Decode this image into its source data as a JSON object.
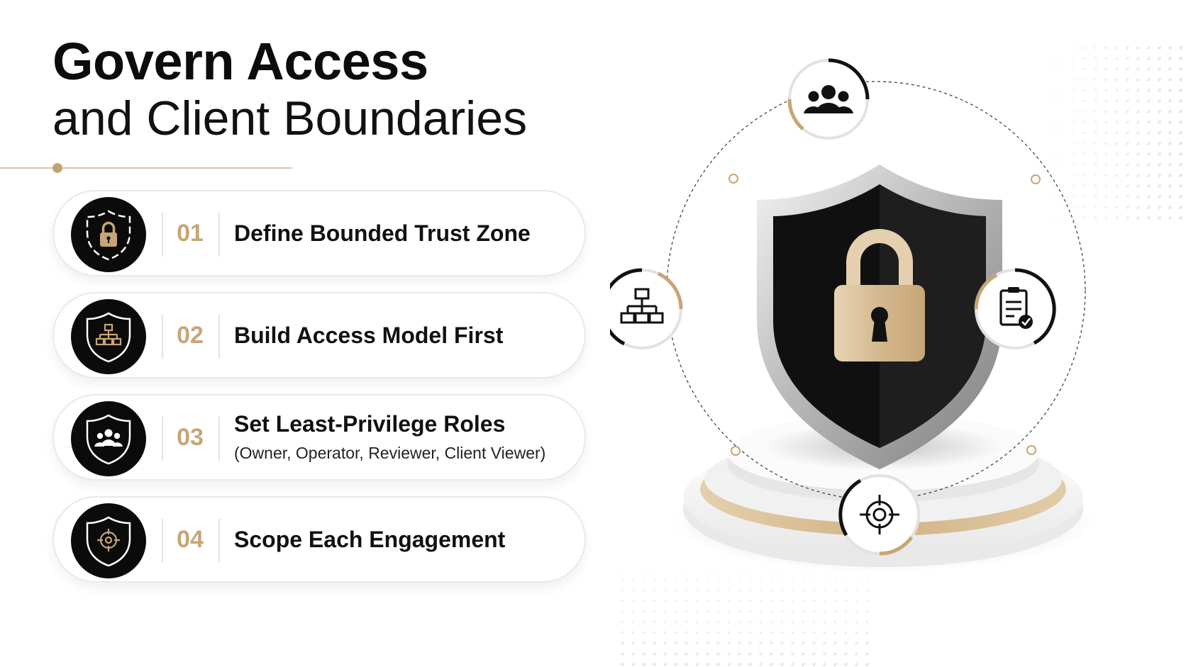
{
  "title": {
    "line1": "Govern Access",
    "line2": "and Client Boundaries"
  },
  "steps": [
    {
      "number": "01",
      "title": "Define Bounded Trust Zone",
      "subtitle": "",
      "icon": "shield-lock-icon"
    },
    {
      "number": "02",
      "title": "Build Access Model First",
      "subtitle": "",
      "icon": "shield-hierarchy-icon"
    },
    {
      "number": "03",
      "title": "Set Least-Privilege Roles",
      "subtitle": "(Owner, Operator, Reviewer, Client Viewer)",
      "icon": "shield-users-icon"
    },
    {
      "number": "04",
      "title": "Scope Each Engagement",
      "subtitle": "",
      "icon": "shield-target-icon"
    }
  ],
  "illustration": {
    "center": "shield-padlock-icon",
    "orbit_icons": [
      "users-icon",
      "hierarchy-icon",
      "checklist-icon",
      "target-icon"
    ]
  },
  "colors": {
    "accent_gold": "#c7a576",
    "dark": "#0b0b0b",
    "text": "#111111",
    "card_border": "#e9e9e9"
  }
}
